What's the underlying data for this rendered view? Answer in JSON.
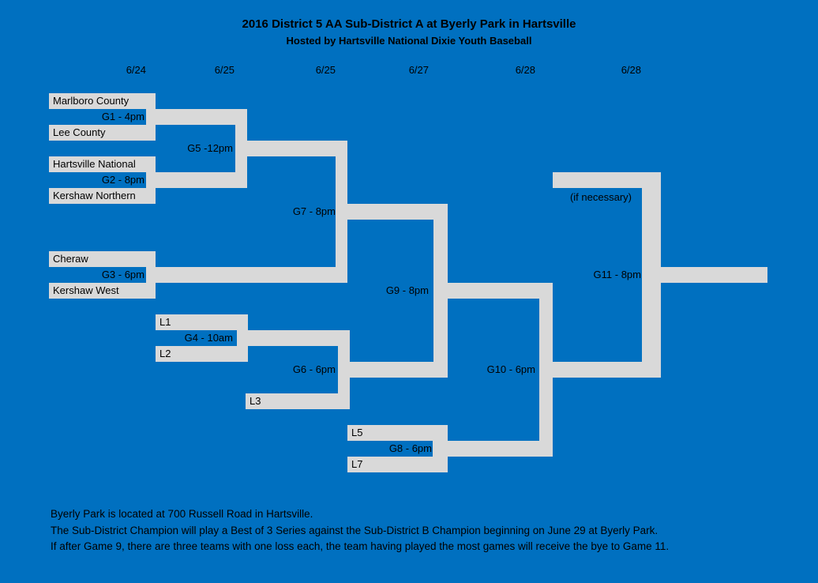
{
  "header": {
    "title": "2016 District 5 AA Sub-District A at Byerly Park in Hartsville",
    "subtitle": "Hosted by Hartsville National Dixie Youth Baseball"
  },
  "dates": [
    "6/24",
    "6/25",
    "6/25",
    "6/27",
    "6/28",
    "6/28"
  ],
  "bracket": {
    "teams": {
      "marlboro": "Marlboro County",
      "lee": "Lee County",
      "hartsville": "Hartsville National",
      "kershaw_northern": "Kershaw Northern",
      "cheraw": "Cheraw",
      "kershaw_west": "Kershaw West"
    },
    "loser_slots": {
      "l1": "L1",
      "l2": "L2",
      "l3": "L3",
      "l5": "L5",
      "l7": "L7"
    },
    "games": {
      "g1": "G1 - 4pm",
      "g2": "G2 - 8pm",
      "g3": "G3 - 6pm",
      "g4": "G4 - 10am",
      "g5": "G5 -12pm",
      "g6": "G6 - 6pm",
      "g7": "G7 - 8pm",
      "g8": "G8 - 6pm",
      "g9": "G9 - 8pm",
      "g10": "G10 - 6pm",
      "g11": "G11 - 8pm"
    },
    "note": "(if necessary)"
  },
  "footer": {
    "lines": [
      "Byerly Park is located at 700 Russell Road in Hartsville.",
      "The Sub-District Champion will play a Best of 3 Series against the Sub-District B Champion beginning on June 29 at Byerly Park.",
      "If after Game 9, there are three teams with one loss each, the team having played the most games will receive the bye to Game 11."
    ]
  },
  "colors": {
    "background": "#0070C0",
    "connector_gray": "#D9D9D9",
    "text": "#000000"
  }
}
